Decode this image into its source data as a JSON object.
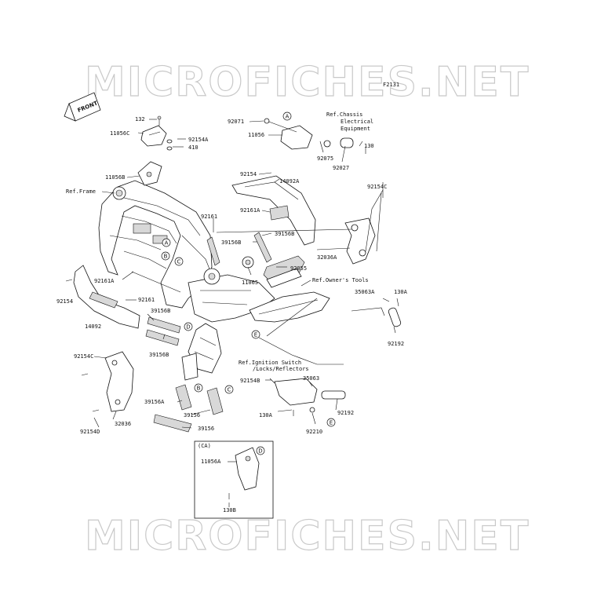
{
  "diagram_code": "F2131",
  "watermark": "MICROFICHES.NET",
  "front_label": "FRONT",
  "inset_label": "(CA)",
  "callout_letters": [
    "A",
    "B",
    "C",
    "D",
    "E"
  ],
  "labels": {
    "l132": "132",
    "l11056C": "11056C",
    "l92154A": "92154A",
    "l410": "410",
    "l11056B": "11056B",
    "lRefFrame": "Ref.Frame",
    "l92071": "92071",
    "l11056": "11056",
    "lRefChassis1": "Ref.Chassis",
    "lRefChassis2": "Electrical",
    "lRefChassis3": "Equipment",
    "l130": "130",
    "l92075": "92075",
    "l92027": "92027",
    "l92154": "92154",
    "l14092A": "14092A",
    "l92154C": "92154C",
    "l92161": "92161",
    "l92161A": "92161A",
    "l39156B": "39156B",
    "l39156Bb": "39156B",
    "l32036A": "32036A",
    "l92055": "92055",
    "l11065": "11065",
    "lRefTools": "Ref.Owner's Tools",
    "l92161Ab": "92161A",
    "l92154b": "92154",
    "l92161b": "92161",
    "l14092": "14092",
    "l39156Bc": "39156B",
    "l39156Bd": "39156B",
    "l35063A": "35063A",
    "l130A": "130A",
    "l92192": "92192",
    "l92154Cb": "92154C",
    "lRefIgn1": "Ref.Ignition Switch",
    "lRefIgn2": "/Locks/Reflectors",
    "l92154B": "92154B",
    "l35063": "35063",
    "l39156A": "39156A",
    "l39156": "39156",
    "l39156b": "39156",
    "l130Ab": "130A",
    "l92192b": "92192",
    "l92210": "92210",
    "l32036": "32036",
    "l92154D": "92154D",
    "l11056A": "11056A",
    "l130B": "130B"
  }
}
